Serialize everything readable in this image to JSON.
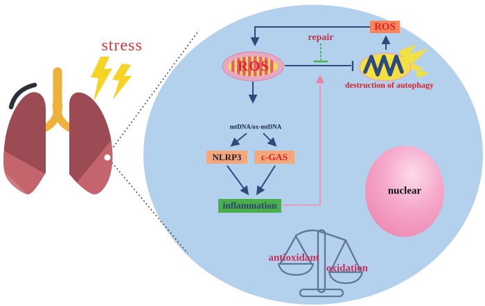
{
  "figure": {
    "outside": {
      "stress_label": "stress"
    },
    "cell": {
      "ros_mitochondrion_label": "ROS",
      "ros_box_label": "ROS",
      "repair_label": "repair",
      "autophagy_caption": "destruction of autophagy",
      "dna_caption": "mtDNA/ox-mtDNA",
      "nlrp3_label": "NLRP3",
      "cgas_label": "c-GAS",
      "inflammation_label": "inflammation",
      "nucleus_label": "nuclear",
      "balance": {
        "left_label": "antioxidant",
        "right_label": "oxidation"
      }
    }
  },
  "icons": {
    "lung": "lung-icon",
    "lightning": "lightning-bolt-icon",
    "mitochondrion": "mitochondrion-icon",
    "damaged_mitochondrion": "damaged-mitochondrion-icon",
    "dna": "dna-helix-icon",
    "nucleus": "nucleus-icon",
    "balance_scale": "balance-scale-icon"
  },
  "colors": {
    "cell_fill": "#b3d1ec",
    "stress_red": "#d9343a",
    "bright_red": "#e3242b",
    "accent_red": "#e01f26",
    "repair_red": "#bd3550",
    "crimson": "#c62f5d",
    "dark_navy_text": "#182341",
    "nlrp3_text": "#231c31",
    "inflammation_text": "#2b4568",
    "salmon_box": "#f4a77b",
    "ros_box_bg": "#f5855e",
    "green_box": "#4bae4d",
    "navy_line": "#2e4a7d",
    "green_line": "#3db54a",
    "pink_line": "#ea94b2",
    "lung_dark": "#9c4b54",
    "lung_light": "#c4646c",
    "lung_lighter": "#cf7b80",
    "trachea_yellow": "#edb13c",
    "bolt_yellow": "#f7d325",
    "mito_outer_pink": "#e7a8c1",
    "mito_inner_yellow": "#f1e145",
    "mito_cristae": "#e0607e",
    "dna_red": "#d84a55",
    "dna_blue": "#6fc4e8",
    "nucleus_pink": "#ef8bb4",
    "scale_slate": "#5e7593"
  }
}
